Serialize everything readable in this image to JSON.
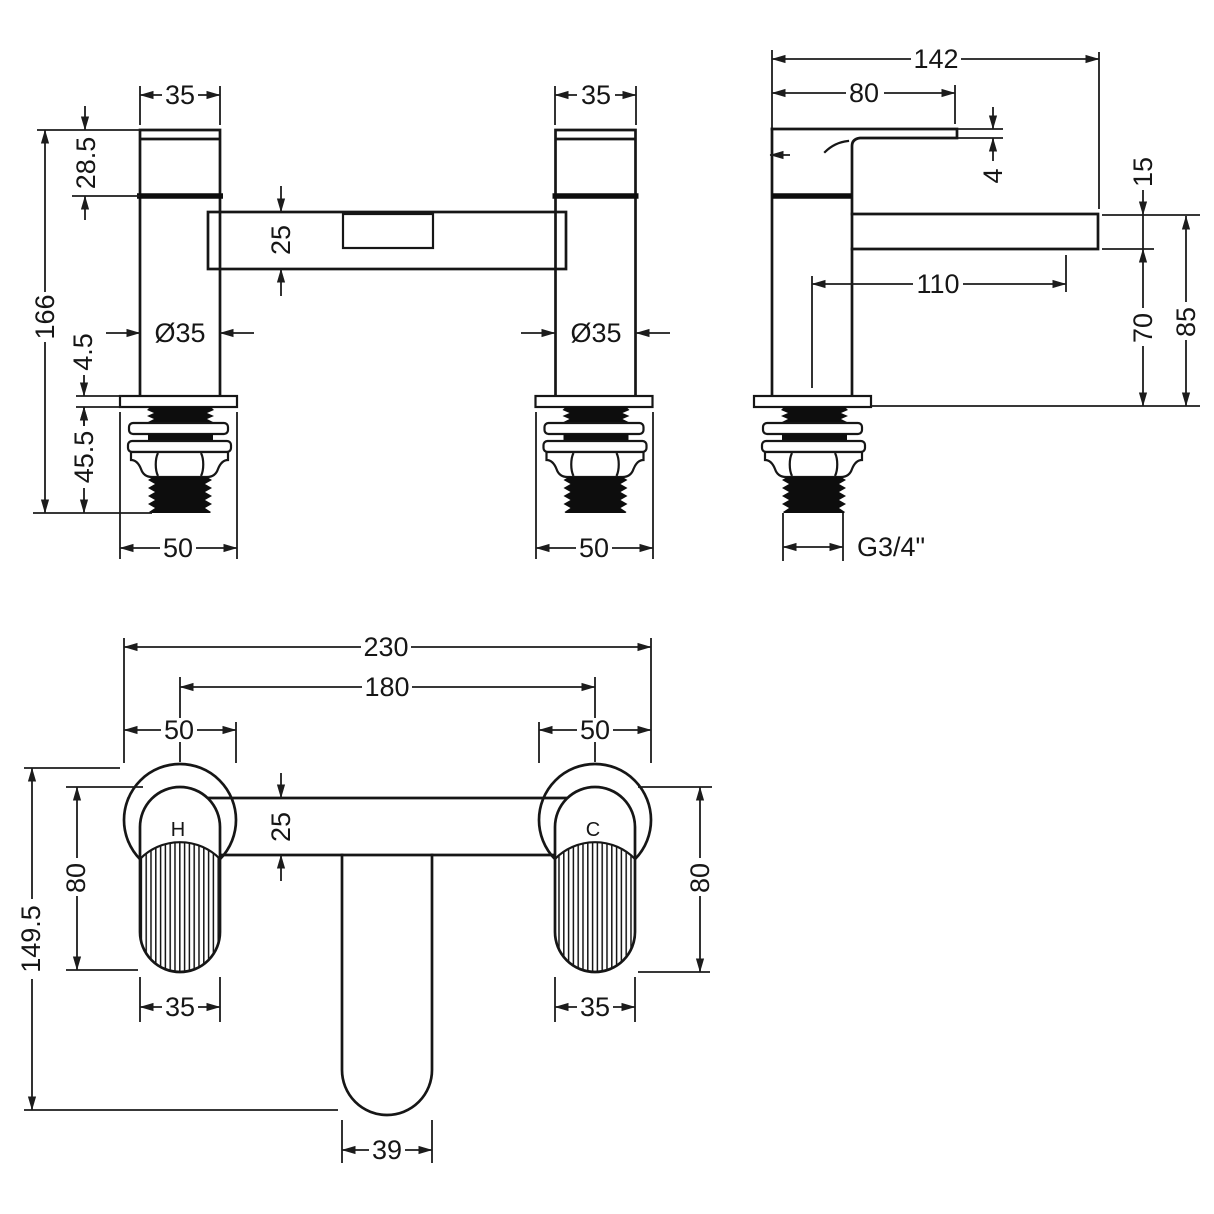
{
  "front": {
    "top_width_left": "35",
    "top_width_right": "35",
    "handle_height": "28.5",
    "body_depth": "25",
    "overall_height": "166",
    "diameter_left": "Ø35",
    "diameter_right": "Ø35",
    "flange_thickness": "4.5",
    "tail_length": "45.5",
    "base_width_left": "50",
    "base_width_right": "50"
  },
  "side": {
    "overall_depth": "142",
    "handle_length": "80",
    "handle_thickness": "4",
    "spout_thickness": "15",
    "spout_reach": "110",
    "spout_underside_height": "70",
    "spout_top_height": "85",
    "inlet_thread": "G3/4\""
  },
  "plan": {
    "overall_width": "230",
    "hole_centres": "180",
    "base_diameter_left": "50",
    "base_diameter_right": "50",
    "body_width": "25",
    "handle_reach_left": "80",
    "handle_reach_right": "80",
    "overall_depth": "149.5",
    "handle_width_left": "35",
    "handle_width_right": "35",
    "spout_width": "39",
    "hot_label": "H",
    "cold_label": "C"
  }
}
